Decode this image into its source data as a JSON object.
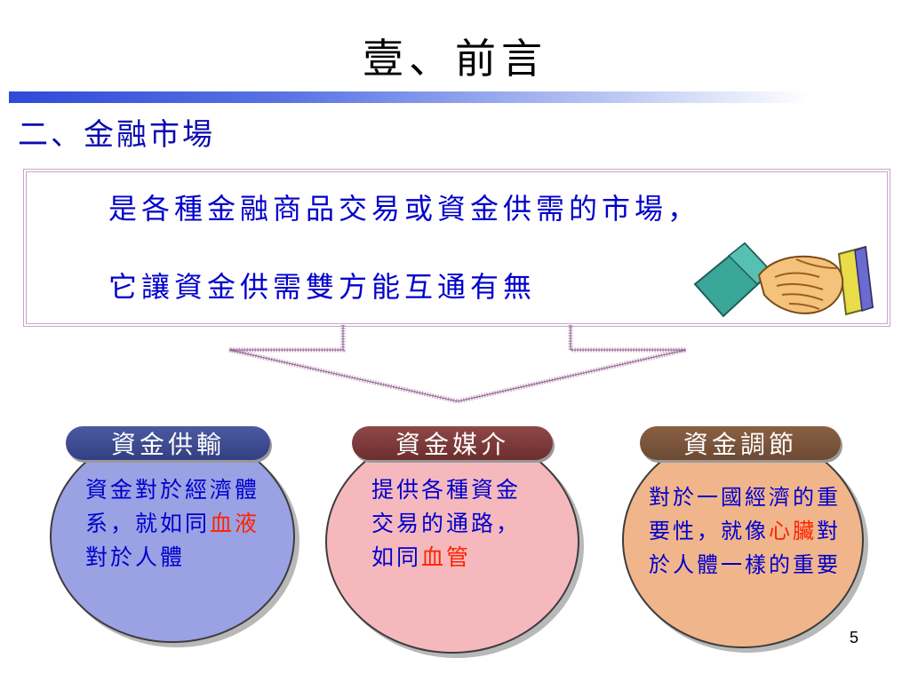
{
  "slide": {
    "title": "壹、前言",
    "subtitle": "二、金融市場",
    "definition": {
      "line1": "是各種金融商品交易或資金供需的市場，",
      "line2": "它讓資金供需雙方能互通有無"
    },
    "functions": [
      {
        "label": "資金供輸",
        "text_before": "資金對於經濟體系，就如同",
        "highlight": "血液",
        "text_after": "對於人體"
      },
      {
        "label": "資金媒介",
        "text_before": "提供各種資金交易的通路，如同",
        "highlight": "血管",
        "text_after": ""
      },
      {
        "label": "資金調節",
        "text_before": "對於一國經濟的重要性，就像",
        "highlight": "心臟",
        "text_after": "對於人體一樣的重要"
      }
    ],
    "page_number": "5"
  },
  "colors": {
    "title_rule": "#2f4ad8",
    "subtitle_text": "#0a0ab0",
    "body_text": "#0000cc",
    "highlight": "#ff2200",
    "box_border": "#c6a6c6",
    "pill_1": "#343f83",
    "pill_2": "#6d2e2e",
    "pill_3": "#6c4a34",
    "oval_1": "#9aa2e4",
    "oval_2": "#f5b9bd",
    "oval_3": "#f0b58b"
  },
  "icons": {
    "handshake": "handshake-icon",
    "arrow": "funnel-arrow-icon"
  }
}
